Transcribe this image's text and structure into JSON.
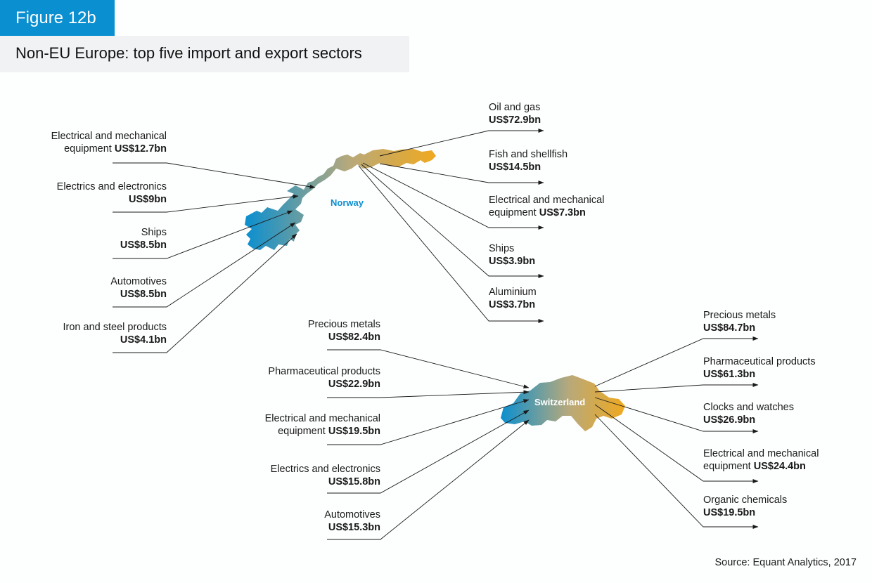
{
  "figure": {
    "badge": "Figure 12b",
    "title": "Non-EU Europe: top five import and export sectors",
    "source": "Source: Equant Analytics, 2017"
  },
  "colors": {
    "badge_bg": "#0a8fd0",
    "title_bg": "#f1f2f4",
    "gradient_start": "#0a8fd0",
    "gradient_mid": "#b8a97a",
    "gradient_end": "#f0a91f",
    "norway_label": "#0a8fd0",
    "switzerland_label": "#ffffff"
  },
  "chart_data": {
    "type": "flow-diagram",
    "units": "US$bn",
    "countries": [
      {
        "name": "Norway",
        "imports": [
          {
            "sector_line1": "Electrical and mechanical",
            "sector_line2": "equipment",
            "value_label": "US$12.7bn",
            "value": 12.7
          },
          {
            "sector_line1": "Electrics and electronics",
            "sector_line2": "",
            "value_label": "US$9bn",
            "value": 9
          },
          {
            "sector_line1": "Ships",
            "sector_line2": "",
            "value_label": "US$8.5bn",
            "value": 8.5
          },
          {
            "sector_line1": "Automotives",
            "sector_line2": "",
            "value_label": "US$8.5bn",
            "value": 8.5
          },
          {
            "sector_line1": "Iron and steel products",
            "sector_line2": "",
            "value_label": "US$4.1bn",
            "value": 4.1
          }
        ],
        "exports": [
          {
            "sector_line1": "Oil and gas",
            "sector_line2": "",
            "value_label": "US$72.9bn",
            "value": 72.9
          },
          {
            "sector_line1": "Fish and shellfish",
            "sector_line2": "",
            "value_label": "US$14.5bn",
            "value": 14.5
          },
          {
            "sector_line1": "Electrical and mechanical",
            "sector_line2": "equipment",
            "value_label": "US$7.3bn",
            "value": 7.3
          },
          {
            "sector_line1": "Ships",
            "sector_line2": "",
            "value_label": "US$3.9bn",
            "value": 3.9
          },
          {
            "sector_line1": "Aluminium",
            "sector_line2": "",
            "value_label": "US$3.7bn",
            "value": 3.7
          }
        ]
      },
      {
        "name": "Switzerland",
        "imports": [
          {
            "sector_line1": "Precious metals",
            "sector_line2": "",
            "value_label": "US$82.4bn",
            "value": 82.4
          },
          {
            "sector_line1": "Pharmaceutical products",
            "sector_line2": "",
            "value_label": "US$22.9bn",
            "value": 22.9
          },
          {
            "sector_line1": "Electrical and mechanical",
            "sector_line2": "equipment",
            "value_label": "US$19.5bn",
            "value": 19.5
          },
          {
            "sector_line1": "Electrics and electronics",
            "sector_line2": "",
            "value_label": "US$15.8bn",
            "value": 15.8
          },
          {
            "sector_line1": "Automotives",
            "sector_line2": "",
            "value_label": "US$15.3bn",
            "value": 15.3
          }
        ],
        "exports": [
          {
            "sector_line1": "Precious metals",
            "sector_line2": "",
            "value_label": "US$84.7bn",
            "value": 84.7
          },
          {
            "sector_line1": "Pharmaceutical products",
            "sector_line2": "",
            "value_label": "US$61.3bn",
            "value": 61.3
          },
          {
            "sector_line1": "Clocks and watches",
            "sector_line2": "",
            "value_label": "US$26.9bn",
            "value": 26.9
          },
          {
            "sector_line1": "Electrical and mechanical",
            "sector_line2": "equipment",
            "value_label": "US$24.4bn",
            "value": 24.4
          },
          {
            "sector_line1": "Organic chemicals",
            "sector_line2": "",
            "value_label": "US$19.5bn",
            "value": 19.5
          }
        ]
      }
    ]
  }
}
